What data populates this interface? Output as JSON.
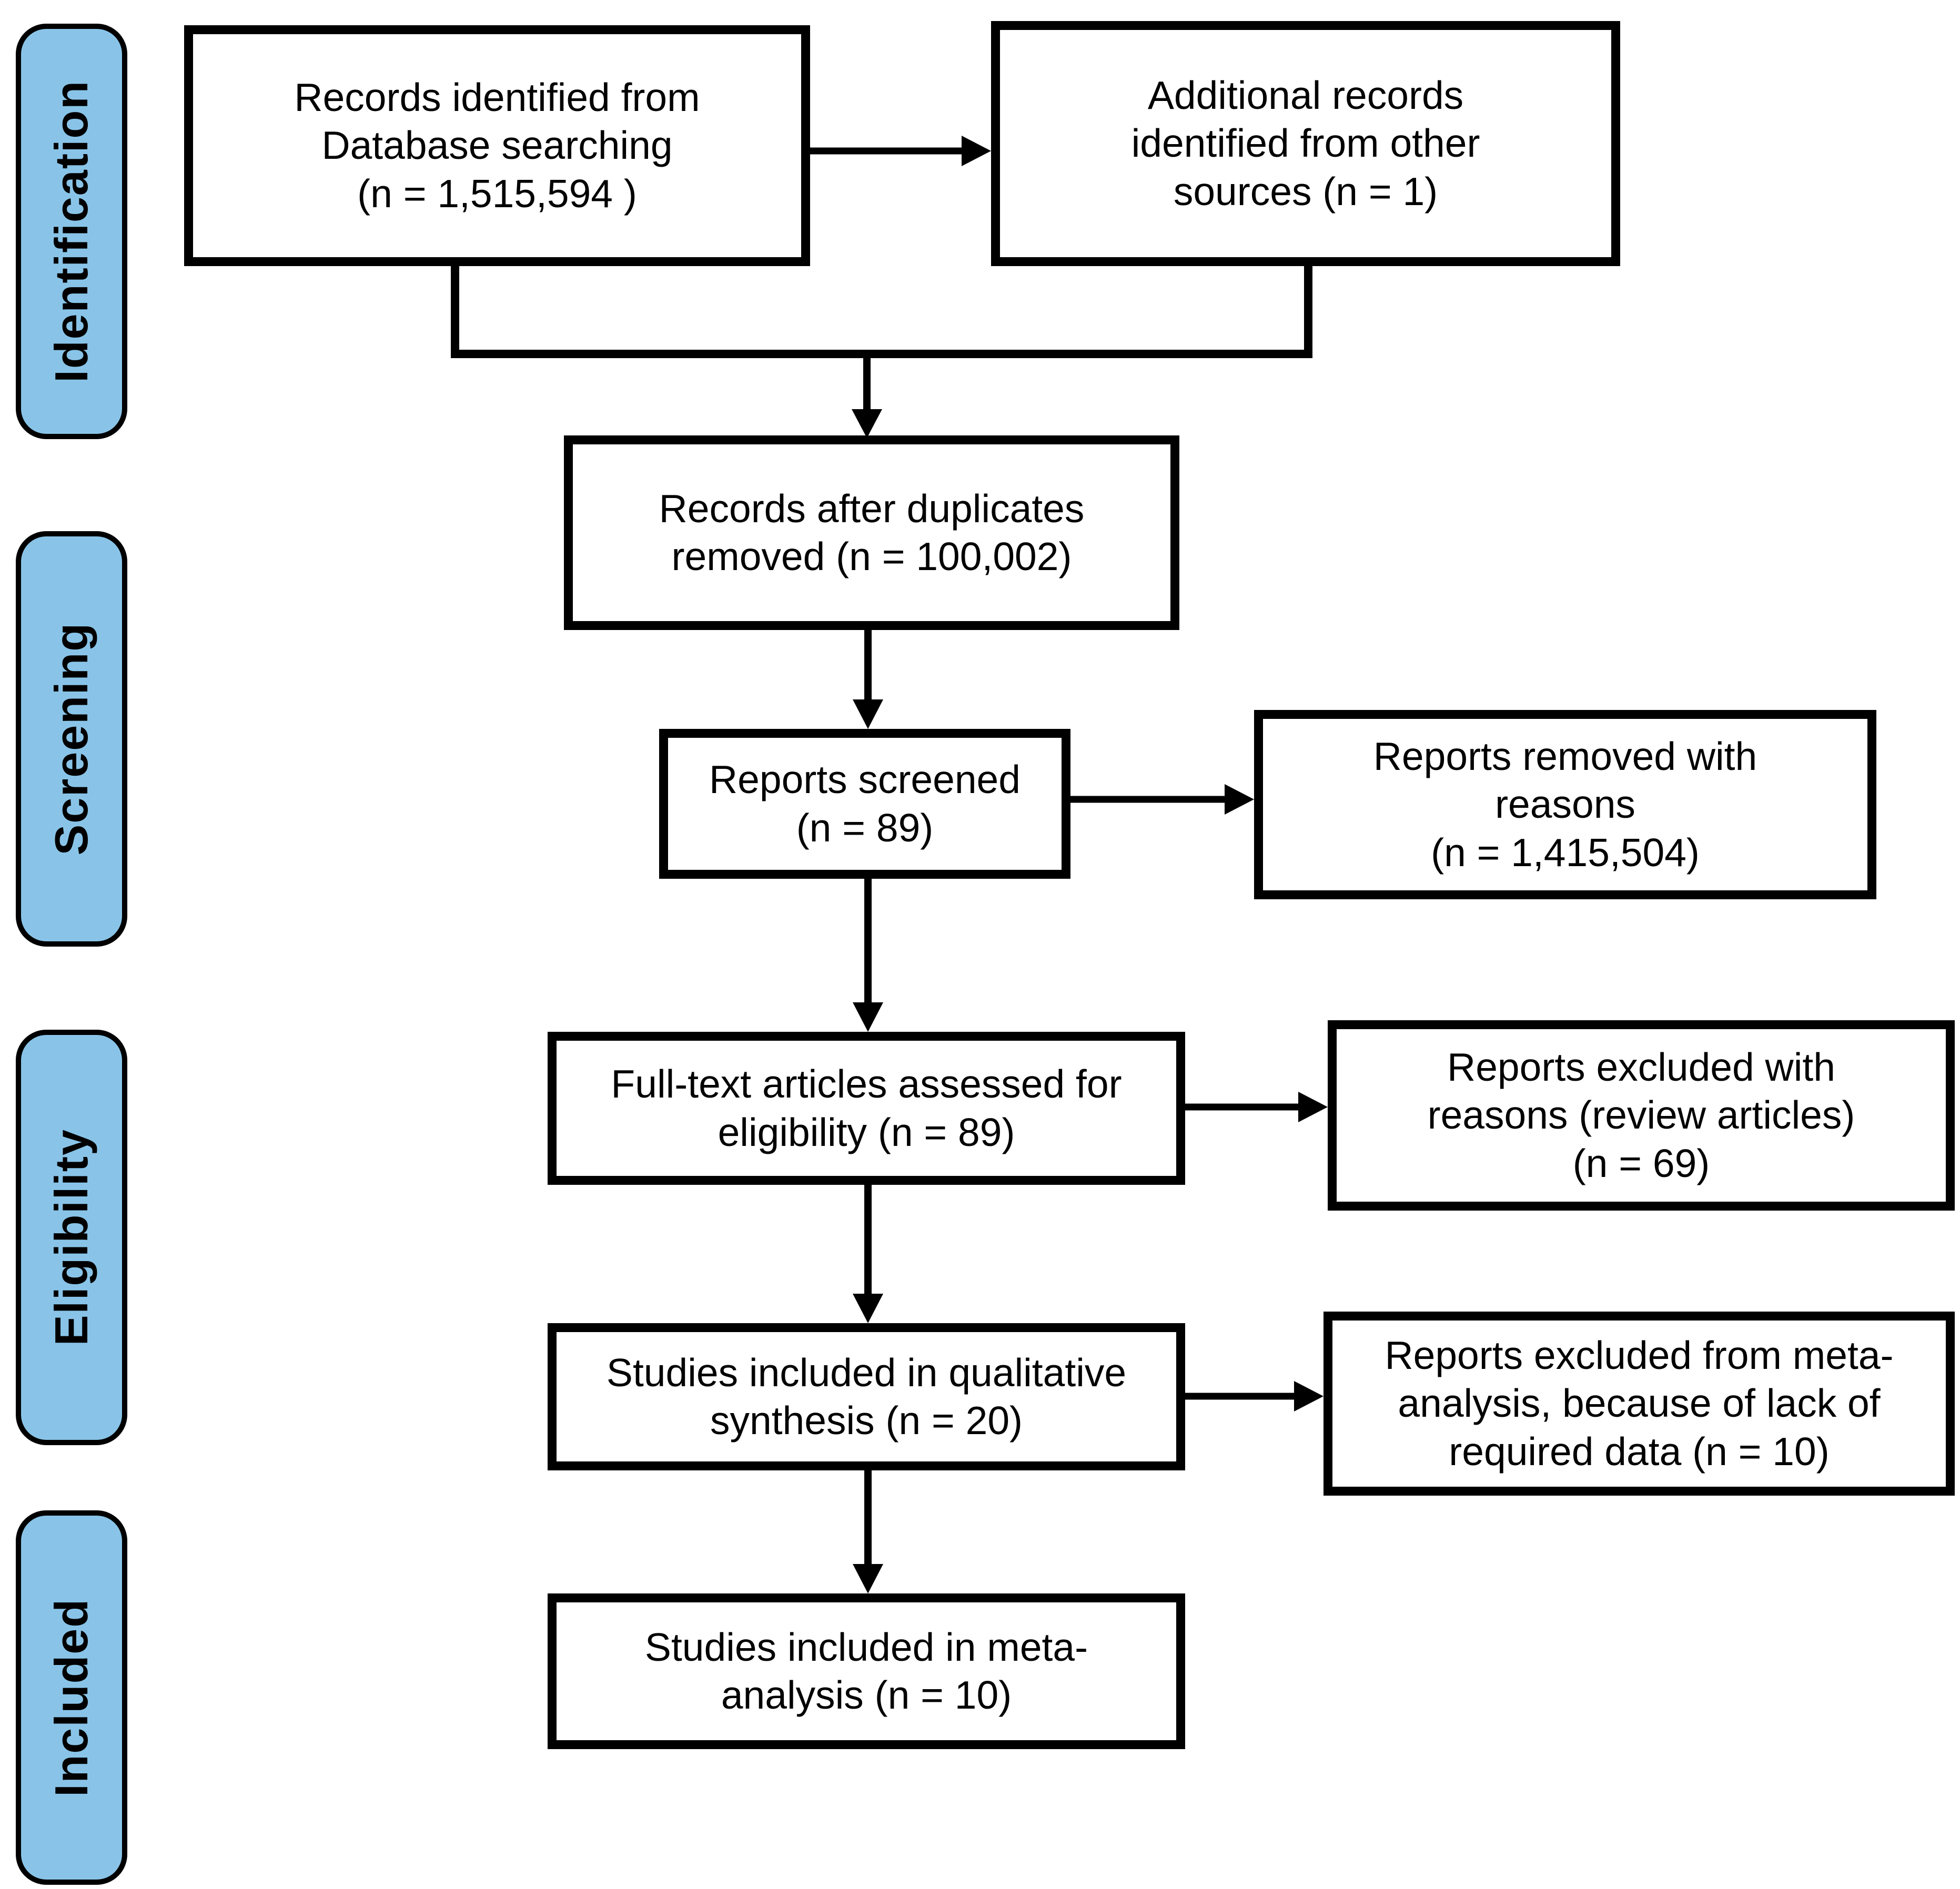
{
  "figure": {
    "type": "prisma-flow-diagram",
    "background": "#FFFFFF",
    "colors": {
      "stage_fill": "#89C4E8",
      "box_fill": "#FFFFFF",
      "border": "#000000",
      "text": "#000000"
    },
    "stages": [
      {
        "id": "identification",
        "label": "Identification"
      },
      {
        "id": "screening",
        "label": "Screening"
      },
      {
        "id": "eligibility",
        "label": "Eligibility"
      },
      {
        "id": "included",
        "label": "Included"
      }
    ],
    "nodes": [
      {
        "id": "records-identified",
        "text": "Records identified from\nDatabase searching\n(n = 1,515,594 )"
      },
      {
        "id": "additional-records",
        "text": "Additional records\nidentified from other\nsources (n = 1)"
      },
      {
        "id": "duplicates-removed",
        "text": "Records after duplicates\nremoved (n = 100,002)"
      },
      {
        "id": "reports-screened",
        "text": "Reports screened\n(n = 89)"
      },
      {
        "id": "reports-removed",
        "text": "Reports removed with\nreasons\n(n = 1,415,504)"
      },
      {
        "id": "fulltext-assessed",
        "text": "Full-text articles assessed for\neligibility (n = 89)"
      },
      {
        "id": "reports-excluded-review",
        "text": "Reports excluded with\nreasons (review articles)\n(n = 69)"
      },
      {
        "id": "qualitative-synthesis",
        "text": "Studies included in qualitative\nsynthesis (n = 20)"
      },
      {
        "id": "excluded-from-meta",
        "text": "Reports excluded from meta-\nanalysis, because of lack of\nrequired data (n = 10)"
      },
      {
        "id": "meta-analysis",
        "text": "Studies included in meta-\nanalysis (n = 10)"
      }
    ],
    "edges": [
      {
        "from": "records-identified",
        "to": "additional-records"
      },
      {
        "from": "records-identified",
        "to": "duplicates-removed"
      },
      {
        "from": "additional-records",
        "to": "duplicates-removed"
      },
      {
        "from": "duplicates-removed",
        "to": "reports-screened"
      },
      {
        "from": "reports-screened",
        "to": "reports-removed"
      },
      {
        "from": "reports-screened",
        "to": "fulltext-assessed"
      },
      {
        "from": "fulltext-assessed",
        "to": "reports-excluded-review"
      },
      {
        "from": "fulltext-assessed",
        "to": "qualitative-synthesis"
      },
      {
        "from": "qualitative-synthesis",
        "to": "excluded-from-meta"
      },
      {
        "from": "qualitative-synthesis",
        "to": "meta-analysis"
      }
    ]
  }
}
